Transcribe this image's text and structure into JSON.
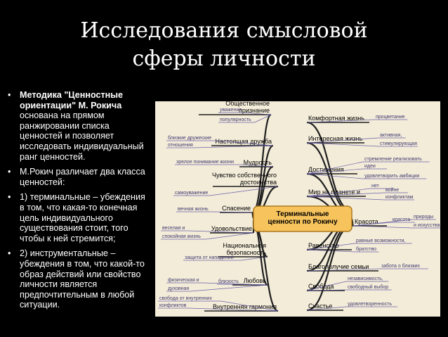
{
  "slide": {
    "title_lines": [
      "Исследования смысловой",
      "сферы личности"
    ]
  },
  "bullets": [
    {
      "bold": "Методика \"Ценностные ориентации\" М. Рокича",
      "text": " основана на прямом ранжировании списка ценностей и позволяет исследовать индивидуальный ранг ценностей."
    },
    {
      "bold": "",
      "text": "М.Рокич различает два класса ценностей:"
    },
    {
      "bold": "",
      "text": "1) терминальные – убеждения в том, что какая-то конечная цель индивидуального существования стоит, того чтобы к ней стремится;"
    },
    {
      "bold": "",
      "text": "2) инструментальные – убеждения в том, что какой-то образ действий или свойство личности является предпочтительным в любой ситуации."
    }
  ],
  "mindmap": {
    "center": [
      "Терминальные",
      "ценности по Рокичу"
    ],
    "left_branches": [
      {
        "label": [
          "Общественное",
          "признание"
        ],
        "subs": [
          "уважение",
          "популярность"
        ]
      },
      {
        "label": [
          "Настоящая дружба"
        ],
        "subs": [
          "близкие дружеские",
          "отношения"
        ]
      },
      {
        "label": [
          "Мудрость"
        ],
        "subs": [
          "зрелое понимание жизни"
        ]
      },
      {
        "label": [
          "Чувство собственного",
          "достоинства"
        ],
        "subs": [
          "самоуважение"
        ]
      },
      {
        "label": [
          "Спасение"
        ],
        "subs": [
          "вечная жизнь"
        ]
      },
      {
        "label": [
          "Удовольствие"
        ],
        "subs": [
          "веселая и",
          "спокойная жизнь"
        ]
      },
      {
        "label": [
          "Национальная",
          "безопасность"
        ],
        "subs": [
          "защита от нападений"
        ]
      },
      {
        "label": [
          "Любовь"
        ],
        "subs": [
          "физическая и",
          "духовная",
          "близость"
        ]
      },
      {
        "label": [
          "Внутренняя гармония"
        ],
        "subs": [
          "свобода от внутренних",
          "конфликтов"
        ]
      }
    ],
    "right_branches": [
      {
        "label": [
          "Комфортная жизнь"
        ],
        "subs": [
          "процветание"
        ]
      },
      {
        "label": [
          "Интересная жизнь"
        ],
        "subs": [
          "активная,",
          "стимулирующая"
        ]
      },
      {
        "label": [
          "Достижения"
        ],
        "subs": [
          "стремление реализовать",
          "идеи",
          "удовлетворить амбиции"
        ]
      },
      {
        "label": [
          "Мир на планете и"
        ],
        "subs": [
          "нет",
          "войне",
          "конфликтам"
        ]
      },
      {
        "label": [
          "Красота"
        ],
        "subs": [
          "красота",
          "природы",
          "и искусства"
        ]
      },
      {
        "label": [
          "Равенство"
        ],
        "subs": [
          "равные возможности,",
          "братство"
        ]
      },
      {
        "label": [
          "Благополучие семьи"
        ],
        "subs": [
          "забота о близких"
        ]
      },
      {
        "label": [
          "Свобода"
        ],
        "subs": [
          "независимость,",
          "свободный выбор"
        ]
      },
      {
        "label": [
          "Счастье"
        ],
        "subs": [
          "удовлетворенность"
        ]
      }
    ],
    "colors": {
      "background": "#f3ecd9",
      "center_fill": "#f7c35d",
      "center_border": "#ad7a1f",
      "branch_line": "#1e1e1e",
      "sub_line": "#6a62a8",
      "sub_text": "#403a70",
      "label_text": "#000000"
    }
  }
}
